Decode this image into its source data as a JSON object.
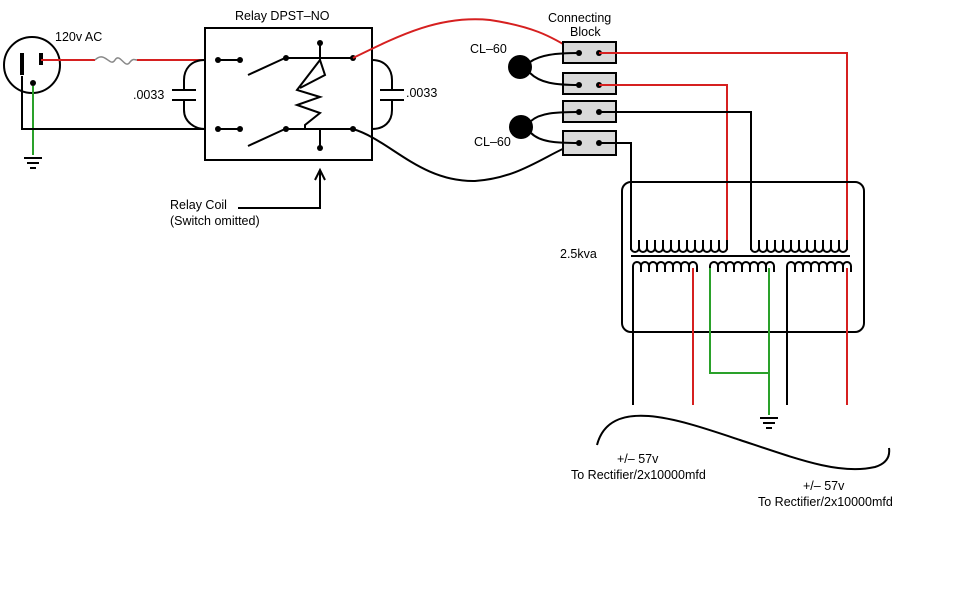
{
  "labels": {
    "ac_source": "120v AC",
    "relay_title": "Relay DPST–NO",
    "cap_left": ".0033",
    "cap_right": ".0033",
    "relay_coil_line1": "Relay Coil",
    "relay_coil_line2": "(Switch omitted)",
    "connecting_line1": "Connecting",
    "connecting_line2": "Block",
    "thermistor_top": "CL–60",
    "thermistor_bottom": "CL–60",
    "transformer_rating": "2.5kva",
    "output_left_line1": "+/– 57v",
    "output_left_line2": "To Rectifier/2x10000mfd",
    "output_right_line1": "+/– 57v",
    "output_right_line2": "To Rectifier/2x10000mfd"
  },
  "colors": {
    "hot_wire": "#d62020",
    "ground_wire": "#2aa12a",
    "neutral_wire": "#000000",
    "terminal_fill": "#d9d9d9"
  }
}
